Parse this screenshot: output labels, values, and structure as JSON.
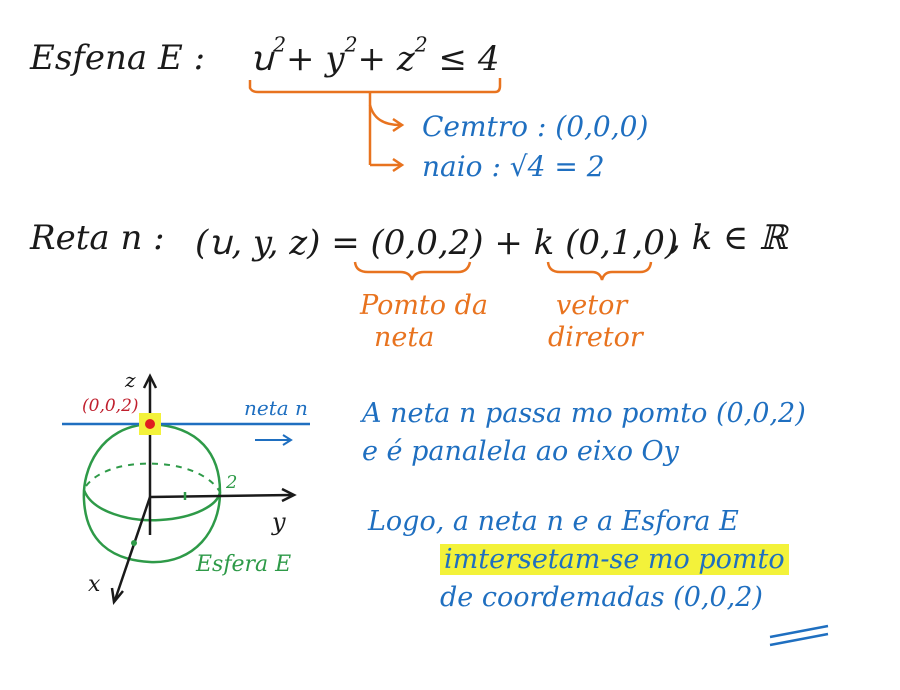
{
  "sphere": {
    "label": "Esfena E :",
    "equation_parts": [
      "ꭒ",
      "2",
      "+ y",
      "2",
      "+ z",
      "2",
      " ≤ 4"
    ],
    "centro": "Cemtro : (0,0,0)",
    "raio": "naio : √4 = 2"
  },
  "line": {
    "label": "Reta n :",
    "equation": "(ꭒ, y, z) = (0,0,2) + k (0,1,0)",
    "domain": ", k ∈ ℝ",
    "point_note": [
      "Pomto da",
      "neta"
    ],
    "vector_note": [
      "vetor",
      "diretor"
    ]
  },
  "figure": {
    "axis_z": "z",
    "axis_y": "y",
    "axis_x": "x",
    "point_label": "(0,0,2)",
    "line_label": "neta n",
    "radius_label": "2",
    "sphere_label": "Esfera E",
    "colors": {
      "axes": "#1a1a1a",
      "sphere": "#2e9a48",
      "line": "#1f6fc0",
      "point": "#e02020",
      "highlight": "#f3f23a"
    }
  },
  "text": {
    "p1_line1": "A neta n  passa mo pomto (0,0,2)",
    "p1_line2": "e é panalela ao eixo Oy",
    "p2_line1": "Logo, a neta n e a Esfora E",
    "p2_highlight": "imtersetam-se mo pomto",
    "p2_line3": "de coordemadas (0,0,2)"
  }
}
